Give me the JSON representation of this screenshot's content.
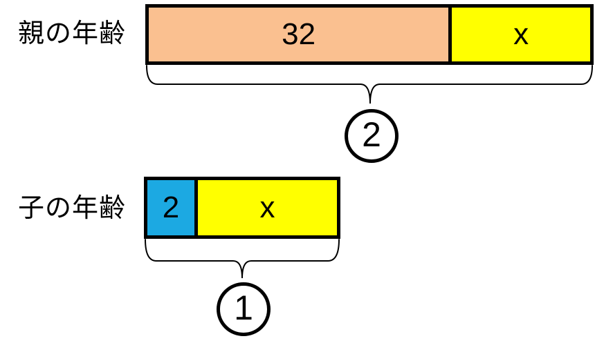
{
  "rows": [
    {
      "label": "親の年齢",
      "segments": [
        {
          "name": "parent-known",
          "value": "32",
          "color": "#FAC090"
        },
        {
          "name": "parent-unknown",
          "value": "x",
          "color": "#FFFF00"
        }
      ],
      "badge": "2"
    },
    {
      "label": "子の年齢",
      "segments": [
        {
          "name": "child-known",
          "value": "2",
          "color": "#1CA9E2"
        },
        {
          "name": "child-unknown",
          "value": "x",
          "color": "#FFFF00"
        }
      ],
      "badge": "1"
    }
  ],
  "colors": {
    "outline": "#000000",
    "background": "#FFFFFF",
    "parent_known_fill": "#FAC090",
    "child_known_fill": "#1CA9E2",
    "unknown_fill": "#FFFF00"
  }
}
